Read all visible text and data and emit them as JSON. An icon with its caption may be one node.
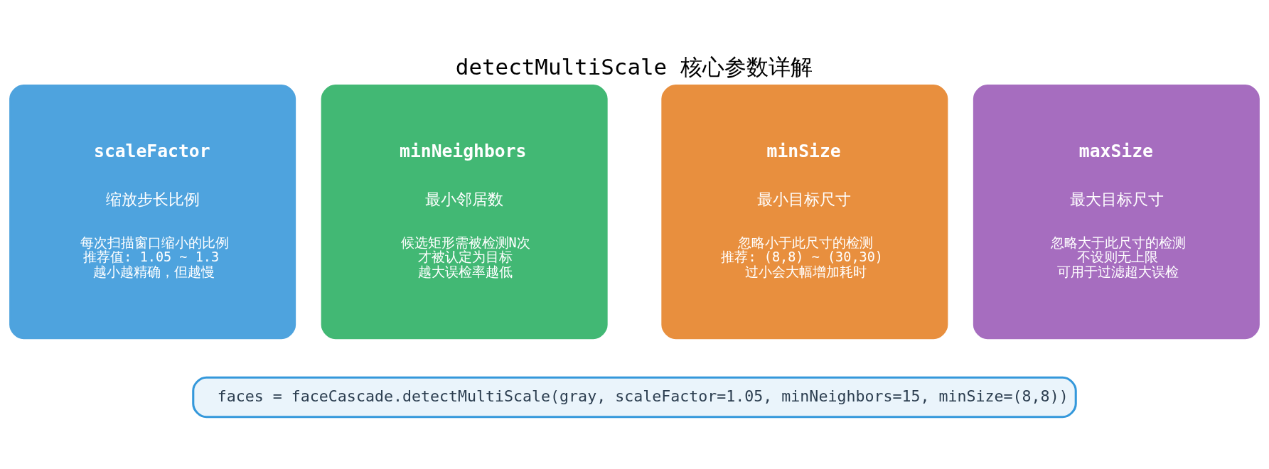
{
  "diagram": {
    "title": "detectMultiScale 核心参数详解",
    "nodes": [
      {
        "text": [
          "scaleFactor",
          "缩放步长比例",
          "每次扫描窗口缩小的比例",
          "推荐值: 1.05 ~ 1.3",
          "越小越精确，但越慢"
        ]
      },
      {
        "text": [
          "minNeighbors",
          "最小邻居数",
          "候选矩形需被检测N次",
          "才被认定为目标",
          "越大误检率越低"
        ]
      },
      {
        "text": [
          "minSize",
          "最小目标尺寸",
          "忽略小于此尺寸的检测",
          "推荐: (8,8) ~ (30,30)",
          "过小会大幅增加耗时"
        ]
      },
      {
        "text": [
          "maxSize",
          "最大目标尺寸",
          "忽略大于此尺寸的检测",
          "不设则无上限",
          "可用于过滤超大误检"
        ]
      },
      {
        "text": [
          "faces = faceCascade.detectMultiScale(gray, scaleFactor=1.05, minNeighbors=15, minSize=(8,8))"
        ]
      }
    ],
    "edges": []
  }
}
